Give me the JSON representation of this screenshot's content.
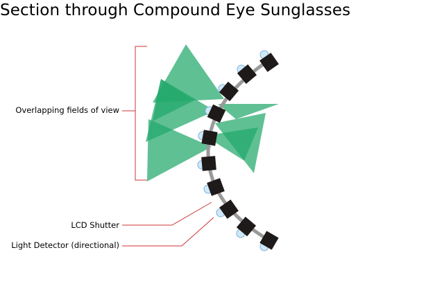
{
  "title": "Section through Compound Eye Sunglasses",
  "labels": {
    "fields_of_view": "Overlapping fields of view",
    "lcd_shutter": "LCD Shutter",
    "light_detector": "Light Detector (directional)"
  },
  "colors": {
    "field_of_view": "#21a86b",
    "field_overlap": "#0a9a5a",
    "shutter": "#1f1a1a",
    "connector": "#9a9a9a",
    "detector_light": "#cfe8f8",
    "detector_dark": "#7fb2dc",
    "leader_line": "#cc3333"
  }
}
